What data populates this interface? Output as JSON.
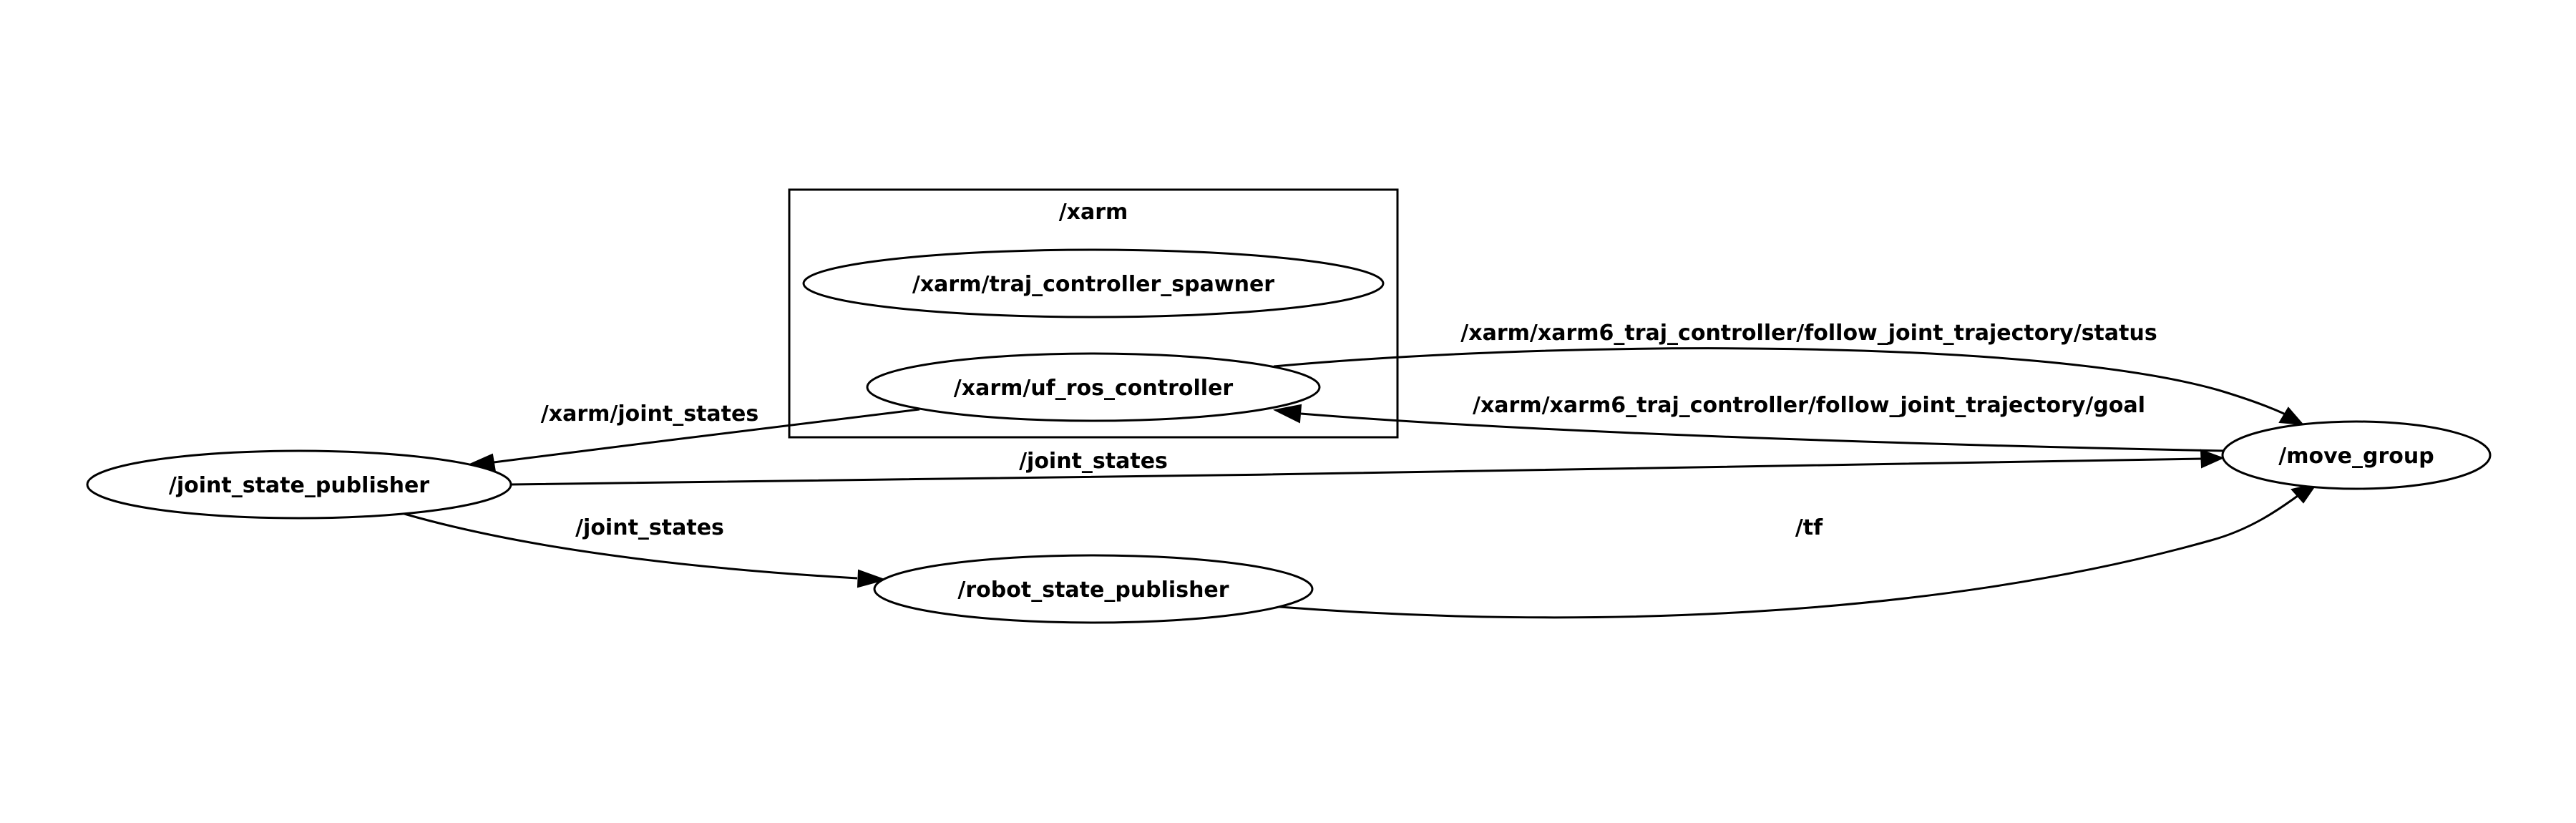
{
  "cluster": {
    "label": "/xarm"
  },
  "nodes": {
    "traj_controller_spawner": "/xarm/traj_controller_spawner",
    "uf_ros_controller": "/xarm/uf_ros_controller",
    "joint_state_publisher": "/joint_state_publisher",
    "robot_state_publisher": "/robot_state_publisher",
    "move_group": "/move_group"
  },
  "edges": {
    "xarm_joint_states": "/xarm/joint_states",
    "joint_states_to_move_group": "/joint_states",
    "joint_states_to_robot_state_publisher": "/joint_states",
    "follow_joint_trajectory_status": "/xarm/xarm6_traj_controller/follow_joint_trajectory/status",
    "follow_joint_trajectory_goal": "/xarm/xarm6_traj_controller/follow_joint_trajectory/goal",
    "tf": "/tf"
  }
}
